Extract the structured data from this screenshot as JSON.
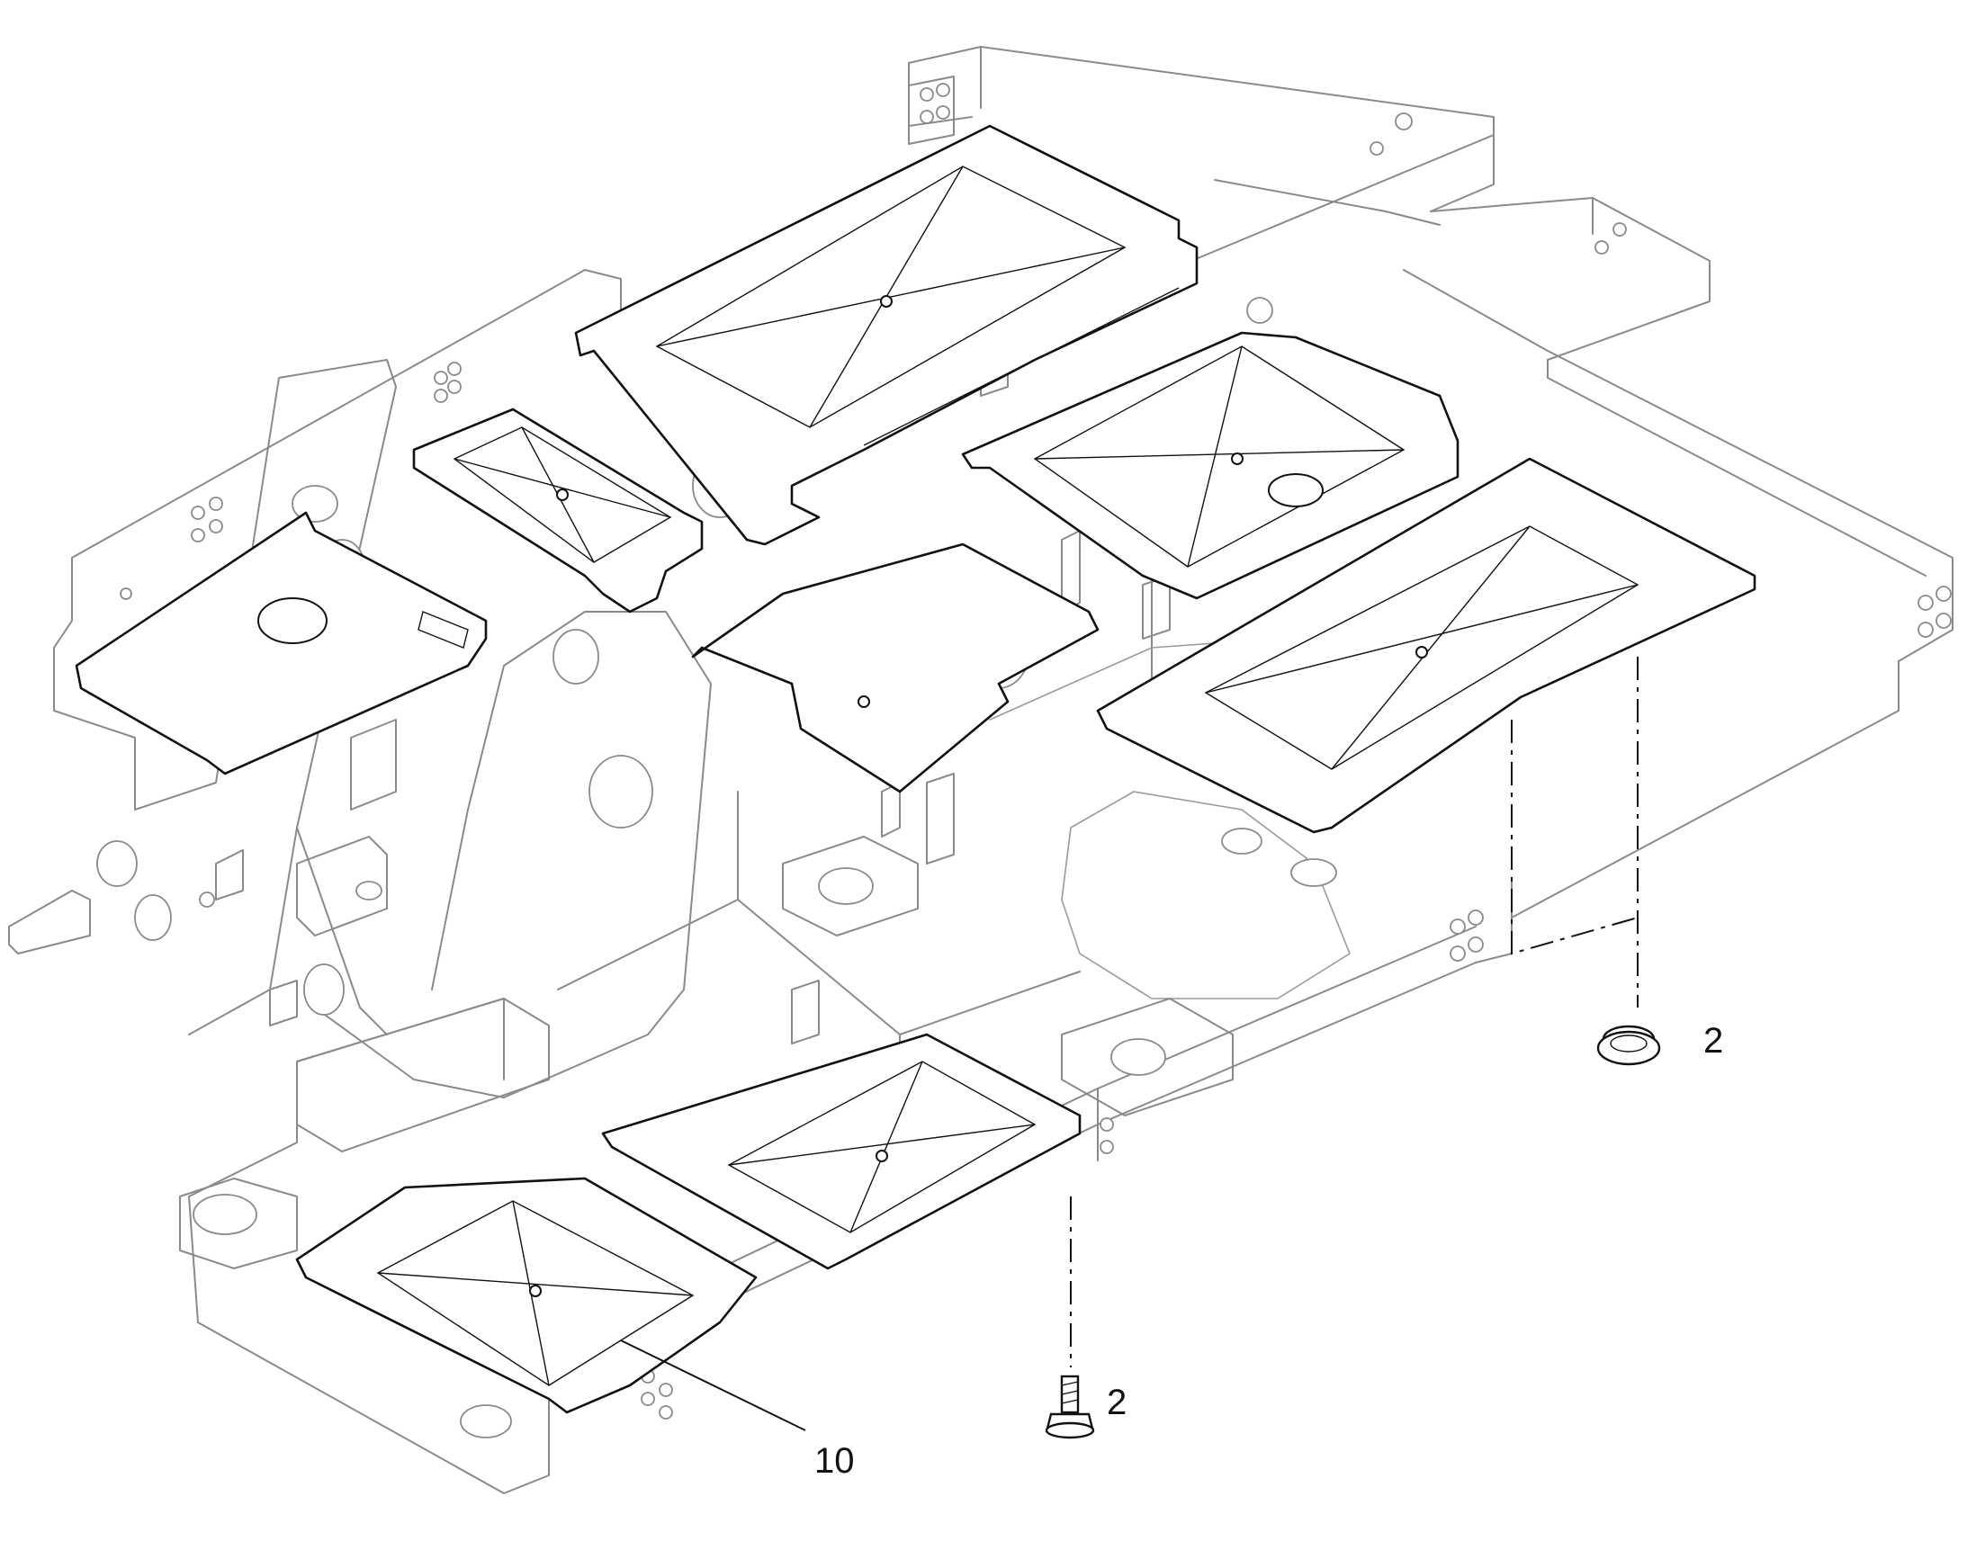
{
  "callouts": [
    {
      "id": "plug",
      "label": "2"
    },
    {
      "id": "bolt",
      "label": "2"
    },
    {
      "id": "cover",
      "label": "10"
    }
  ],
  "colors": {
    "frame": "#8a8a8a",
    "panel": "#111111",
    "background": "#ffffff"
  }
}
